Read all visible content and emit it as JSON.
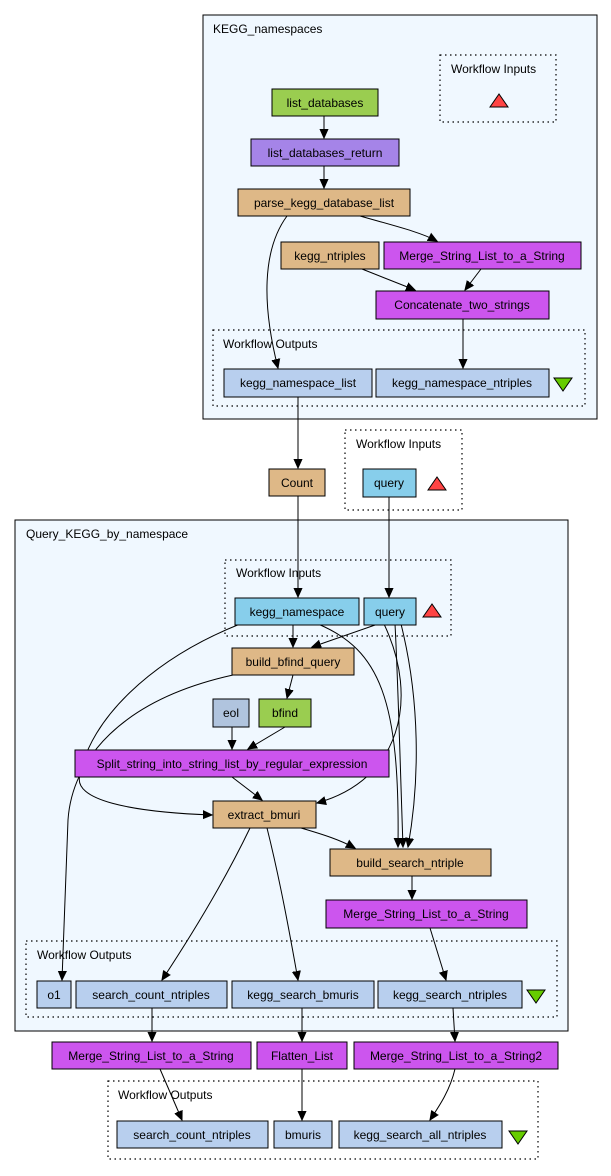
{
  "colors": {
    "processor_green": "#9acd50",
    "return_purple": "#a584e8",
    "beanshell_tan": "#deb887",
    "localworker_magenta": "#cc55ee",
    "output_blue": "#b8cfee",
    "input_skyblue": "#87ceeb",
    "constant_steelblue": "#b0c4de",
    "cluster_fill": "#f0f8ff",
    "input_triangle": "#ff4444",
    "output_triangle": "#66cc00"
  },
  "clusters": {
    "kegg_namespaces": "KEGG_namespaces",
    "kegg_ns_inputs": "Workflow Inputs",
    "kegg_ns_outputs": "Workflow Outputs",
    "top_inputs": "Workflow Inputs",
    "query_by_ns": "Query_KEGG_by_namespace",
    "query_inputs": "Workflow Inputs",
    "query_outputs": "Workflow Outputs",
    "final_outputs": "Workflow Outputs"
  },
  "nodes": {
    "list_databases": "list_databases",
    "list_databases_return": "list_databases_return",
    "parse_kegg_database_list": "parse_kegg_database_list",
    "kegg_ntriples": "kegg_ntriples",
    "merge_string_list_1": "Merge_String_List_to_a_String",
    "concatenate_two_strings": "Concatenate_two_strings",
    "kegg_namespace_list": "kegg_namespace_list",
    "kegg_namespace_ntriples": "kegg_namespace_ntriples",
    "count": "Count",
    "query_top": "query",
    "kegg_namespace": "kegg_namespace",
    "query_inner": "query",
    "build_bfind_query": "build_bfind_query",
    "eol": "eol",
    "bfind": "bfind",
    "split_string": "Split_string_into_string_list_by_regular_expression",
    "extract_bmuri": "extract_bmuri",
    "build_search_ntriple": "build_search_ntriple",
    "merge_string_list_2": "Merge_String_List_to_a_String",
    "o1": "o1",
    "search_count_ntriples_inner": "search_count_ntriples",
    "kegg_search_bmuris": "kegg_search_bmuris",
    "kegg_search_ntriples": "kegg_search_ntriples",
    "merge_string_list_3": "Merge_String_List_to_a_String",
    "flatten_list": "Flatten_List",
    "merge_string_list_4": "Merge_String_List_to_a_String2",
    "search_count_ntriples_final": "search_count_ntriples",
    "bmuris": "bmuris",
    "kegg_search_all_ntriples": "kegg_search_all_ntriples"
  }
}
